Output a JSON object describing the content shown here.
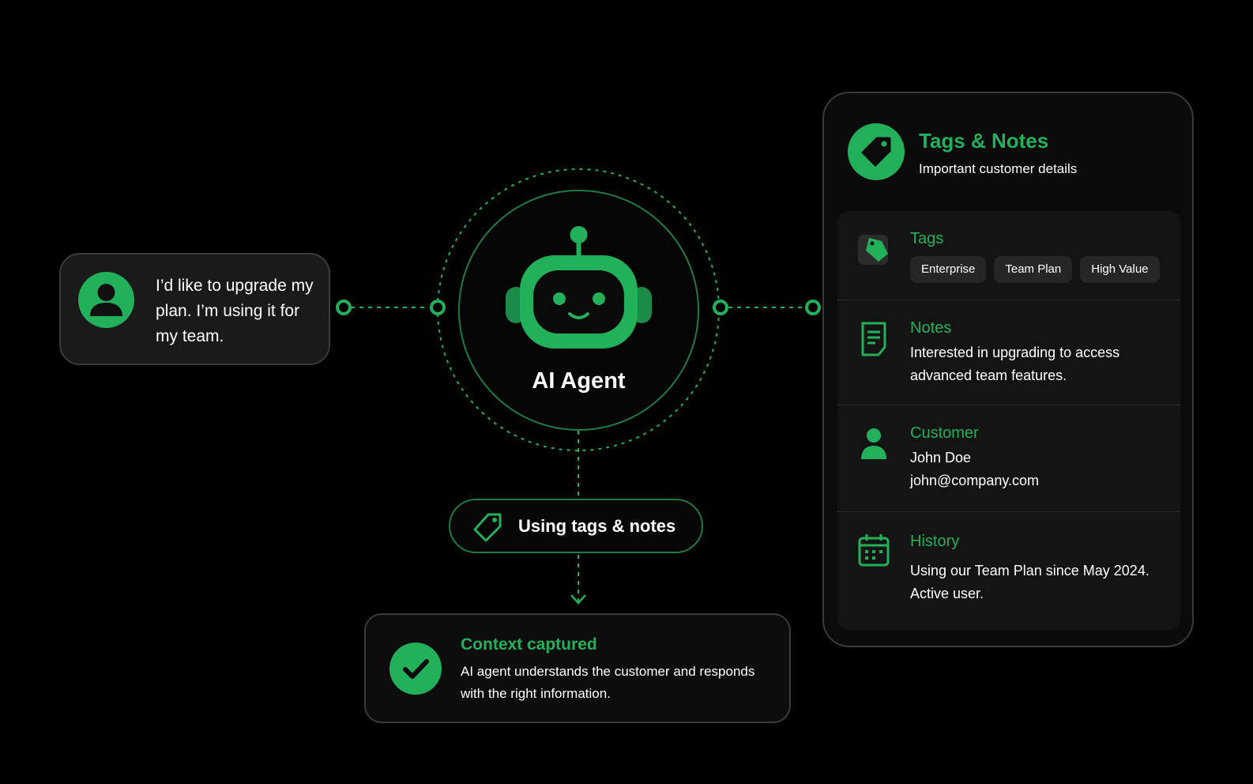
{
  "user_message": {
    "avatar_icon": "user-avatar-icon",
    "text": "I’d like to upgrade my plan. I’m using it for my team."
  },
  "agent": {
    "icon": "robot-icon",
    "label": "AI Agent"
  },
  "pill": {
    "icon": "tag-outline-icon",
    "label": "Using tags & notes"
  },
  "context": {
    "icon": "check-icon",
    "title": "Context captured",
    "description": "AI agent understands the customer and responds with the right information."
  },
  "panel": {
    "icon": "tag-icon",
    "title": "Tags & Notes",
    "subtitle": "Important customer details",
    "tags": {
      "title": "Tags",
      "icon": "tags-icon",
      "items": [
        "Enterprise",
        "Team Plan",
        "High Value"
      ]
    },
    "notes": {
      "title": "Notes",
      "icon": "document-icon",
      "text": "Interested in upgrading to access advanced team features."
    },
    "customer": {
      "title": "Customer",
      "icon": "person-icon",
      "name": "John Doe",
      "email": "john@company.com"
    },
    "history": {
      "title": "History",
      "icon": "calendar-icon",
      "text": "Using our Team Plan since May 2024. Active user."
    }
  },
  "colors": {
    "accent": "#22b05a",
    "dark_accent": "#1f7a44",
    "background": "#000000",
    "card": "#161616"
  }
}
